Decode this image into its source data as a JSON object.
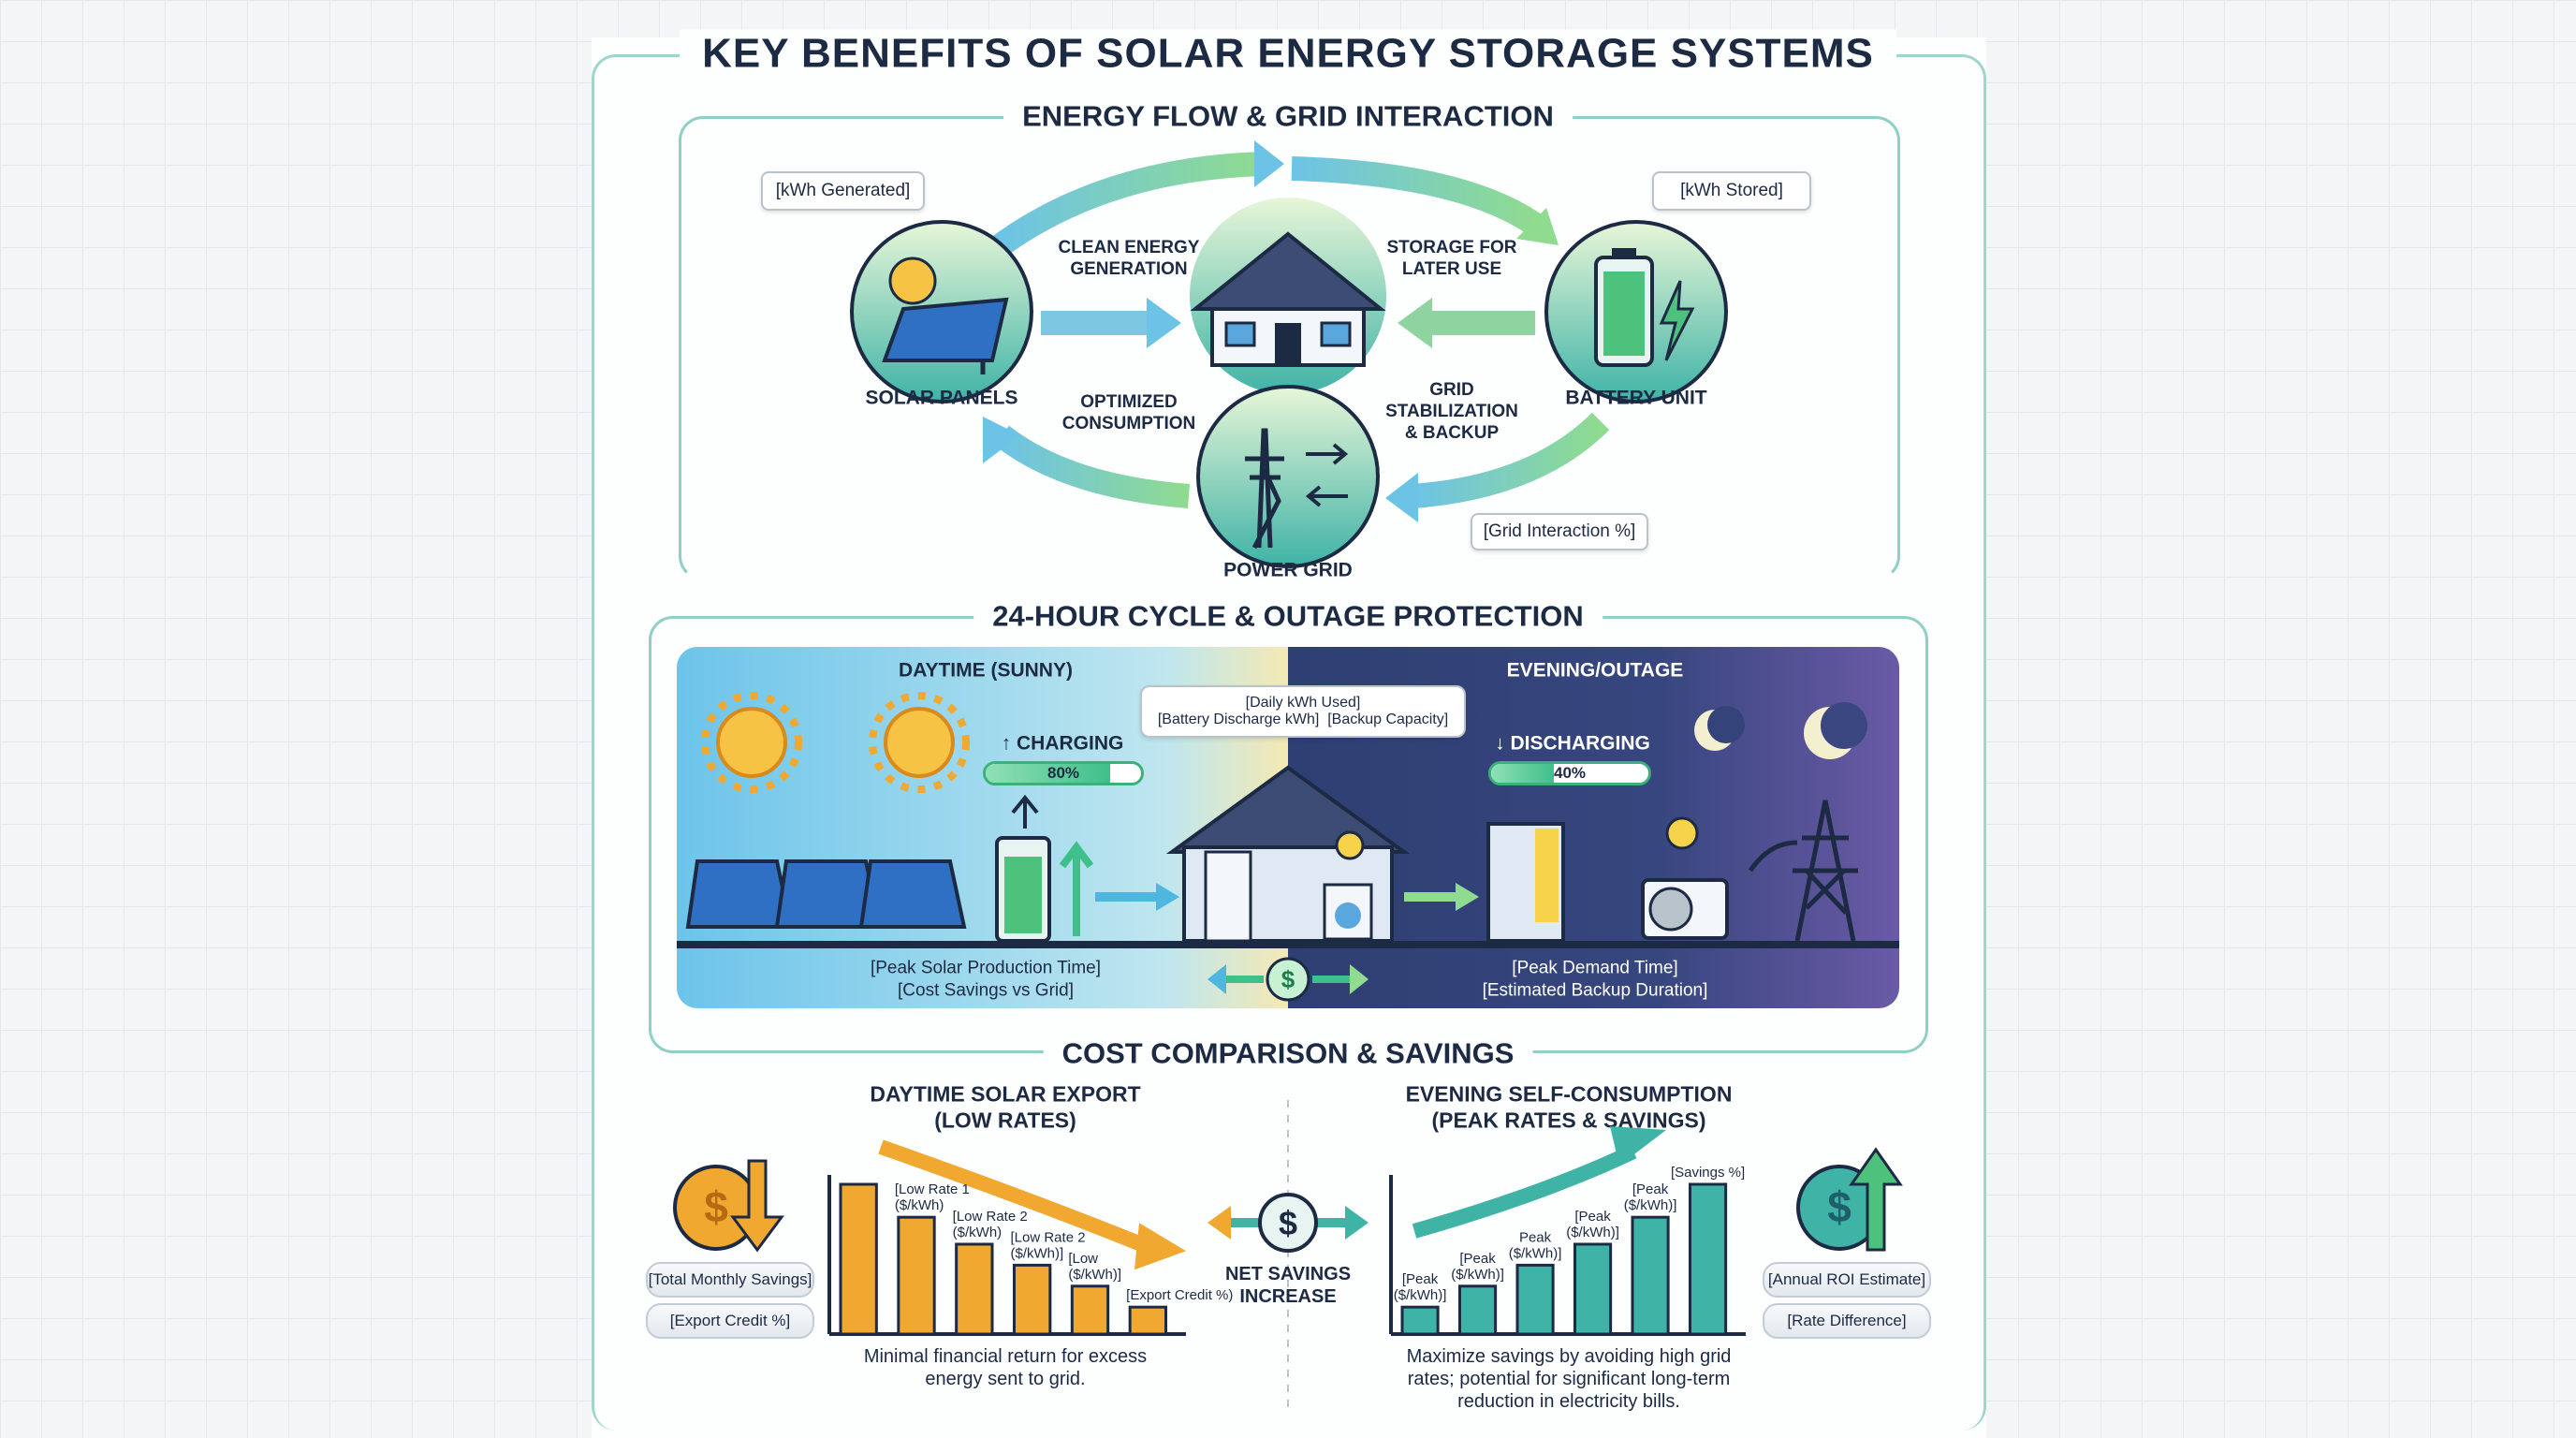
{
  "title": "KEY BENEFITS OF SOLAR ENERGY STORAGE SYSTEMS",
  "colors": {
    "accent_teal": "#3fb3a6",
    "solar_orange": "#f0a830",
    "night_navy": "#2e3f73",
    "green": "#3fbf8a"
  },
  "energy_flow": {
    "title": "ENERGY FLOW & GRID INTERACTION",
    "kwh_generated": "[kWh Generated]",
    "kwh_stored": "[kWh Stored]",
    "grid_interaction": "[Grid Interaction %]",
    "nodes": {
      "solar": "SOLAR PANELS",
      "battery": "BATTERY UNIT",
      "grid": "POWER GRID"
    },
    "flows": {
      "clean_1": "CLEAN ENERGY",
      "clean_2": "GENERATION",
      "storage_1": "STORAGE FOR",
      "storage_2": "LATER USE",
      "optimized_1": "OPTIMIZED",
      "optimized_2": "CONSUMPTION",
      "grid_1": "GRID",
      "grid_2": "STABILIZATION",
      "grid_3": "& BACKUP"
    },
    "icons": [
      "solar-panel-icon",
      "house-icon",
      "battery-icon",
      "power-grid-icon"
    ]
  },
  "cycle": {
    "title": "24-HOUR CYCLE & OUTAGE PROTECTION",
    "day_label": "DAYTIME (SUNNY)",
    "night_label": "EVENING/OUTAGE",
    "callout_1": "[Daily kWh Used]",
    "callout_2": "[Battery Discharge kWh]",
    "callout_3": "[Backup Capacity]",
    "charging": {
      "label": "↑ CHARGING",
      "percent_label": "80%",
      "level": 80
    },
    "discharging": {
      "label": "↓ DISCHARGING",
      "percent_label": "40%",
      "level": 40
    },
    "day_bottom_1": "[Peak Solar Production Time]",
    "day_bottom_2": "[Cost Savings vs Grid]",
    "night_bottom_1": "[Peak Demand Time]",
    "night_bottom_2": "[Estimated Backup Duration]"
  },
  "cost": {
    "title": "COST COMPARISON & SAVINGS",
    "left_title_1": "DAYTIME SOLAR EXPORT",
    "left_title_2": "(LOW RATES)",
    "right_title_1": "EVENING SELF-CONSUMPTION",
    "right_title_2": "(PEAK RATES & SAVINGS)",
    "left_pills": [
      "[Total Monthly Savings]",
      "[Export Credit %]"
    ],
    "right_pills": [
      "[Annual ROI Estimate]",
      "[Rate Difference]"
    ],
    "center_1": "NET SAVINGS",
    "center_2": "INCREASE",
    "left_caption_1": "Minimal financial return for excess",
    "left_caption_2": "energy sent to grid.",
    "right_caption_1": "Maximize savings by avoiding high grid",
    "right_caption_2": "rates; potential for significant long-term",
    "right_caption_3": "reduction in electricity bills."
  },
  "chart_data": [
    {
      "type": "bar",
      "trend": "decreasing",
      "categories": [
        "",
        "[Low Rate 1 ($/kWh)",
        "[Low Rate 2 ($/kWh)",
        "[Low Rate 2 ($/kWh)]",
        "[Low ($/kWh)]",
        "[Export Credit %)"
      ],
      "values": [
        100,
        78,
        60,
        46,
        32,
        18
      ],
      "color": "#f0a830",
      "grid": false
    },
    {
      "type": "bar",
      "trend": "increasing",
      "categories": [
        "[Peak ($/kWh)]",
        "[Peak ($/kWh)]",
        "Peak ($/kWh)]",
        "[Peak ($/kWh)]",
        "[Peak ($/kWh)]",
        "[Savings %]"
      ],
      "values": [
        18,
        32,
        46,
        60,
        78,
        100
      ],
      "color": "#3fb3a6",
      "grid": false
    }
  ]
}
